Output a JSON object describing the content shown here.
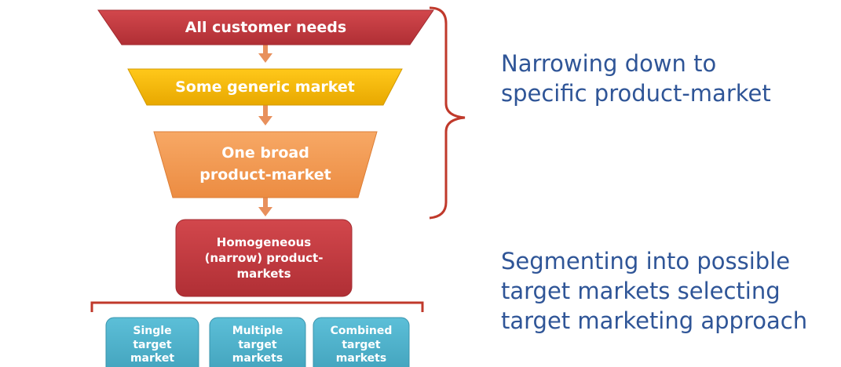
{
  "funnel": {
    "level1": "All customer needs",
    "level2": "Some generic market",
    "level3": "One broad\nproduct-market",
    "level4": "Homogeneous\n(narrow) product-\nmarkets"
  },
  "targets": {
    "single": "Single\ntarget\nmarket",
    "multiple": "Multiple\ntarget\nmarkets",
    "combined": "Combined\ntarget\nmarkets"
  },
  "notes": {
    "narrowing": "Narrowing down to\nspecific product-market",
    "segmenting": "Segmenting into possible\ntarget markets selecting\ntarget marketing approach"
  },
  "colors": {
    "red": "#c0393f",
    "yellow": "#f5b800",
    "orange": "#f39c53",
    "teal": "#4bacc6",
    "arrow": "#e8905c",
    "bracket": "#c0392b",
    "note_text": "#2f5597"
  }
}
